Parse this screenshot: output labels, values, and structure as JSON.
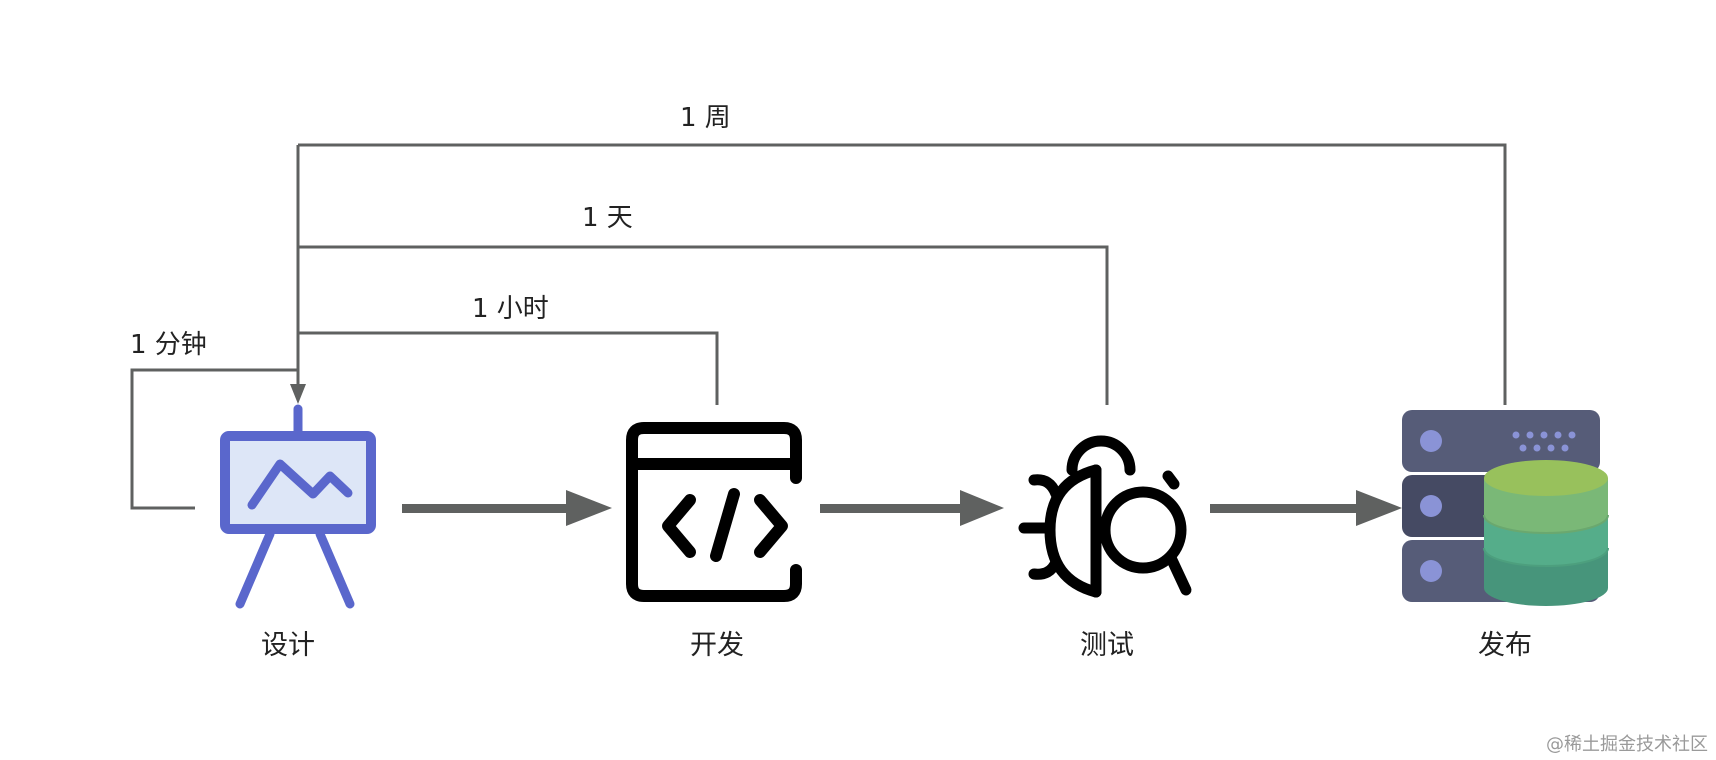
{
  "stages": [
    {
      "label": "设计",
      "icon": "easel-chart-icon"
    },
    {
      "label": "开发",
      "icon": "code-window-icon"
    },
    {
      "label": "测试",
      "icon": "bug-search-icon"
    },
    {
      "label": "发布",
      "icon": "server-database-icon"
    }
  ],
  "feedback_loops": [
    {
      "label": "1 分钟",
      "from": "设计",
      "to": "设计"
    },
    {
      "label": "1 小时",
      "from": "开发",
      "to": "设计"
    },
    {
      "label": "1 天",
      "from": "测试",
      "to": "设计"
    },
    {
      "label": "1 周",
      "from": "发布",
      "to": "设计"
    }
  ],
  "watermark": "@稀土掘金技术社区",
  "colors": {
    "connector": "#5f6160",
    "design_icon": "#5a67cc",
    "design_icon_fill": "#dde6f7",
    "code_icon": "#000000",
    "server": "#565c78",
    "database_top": "#98c15c",
    "database_bottom": "#47957b"
  }
}
